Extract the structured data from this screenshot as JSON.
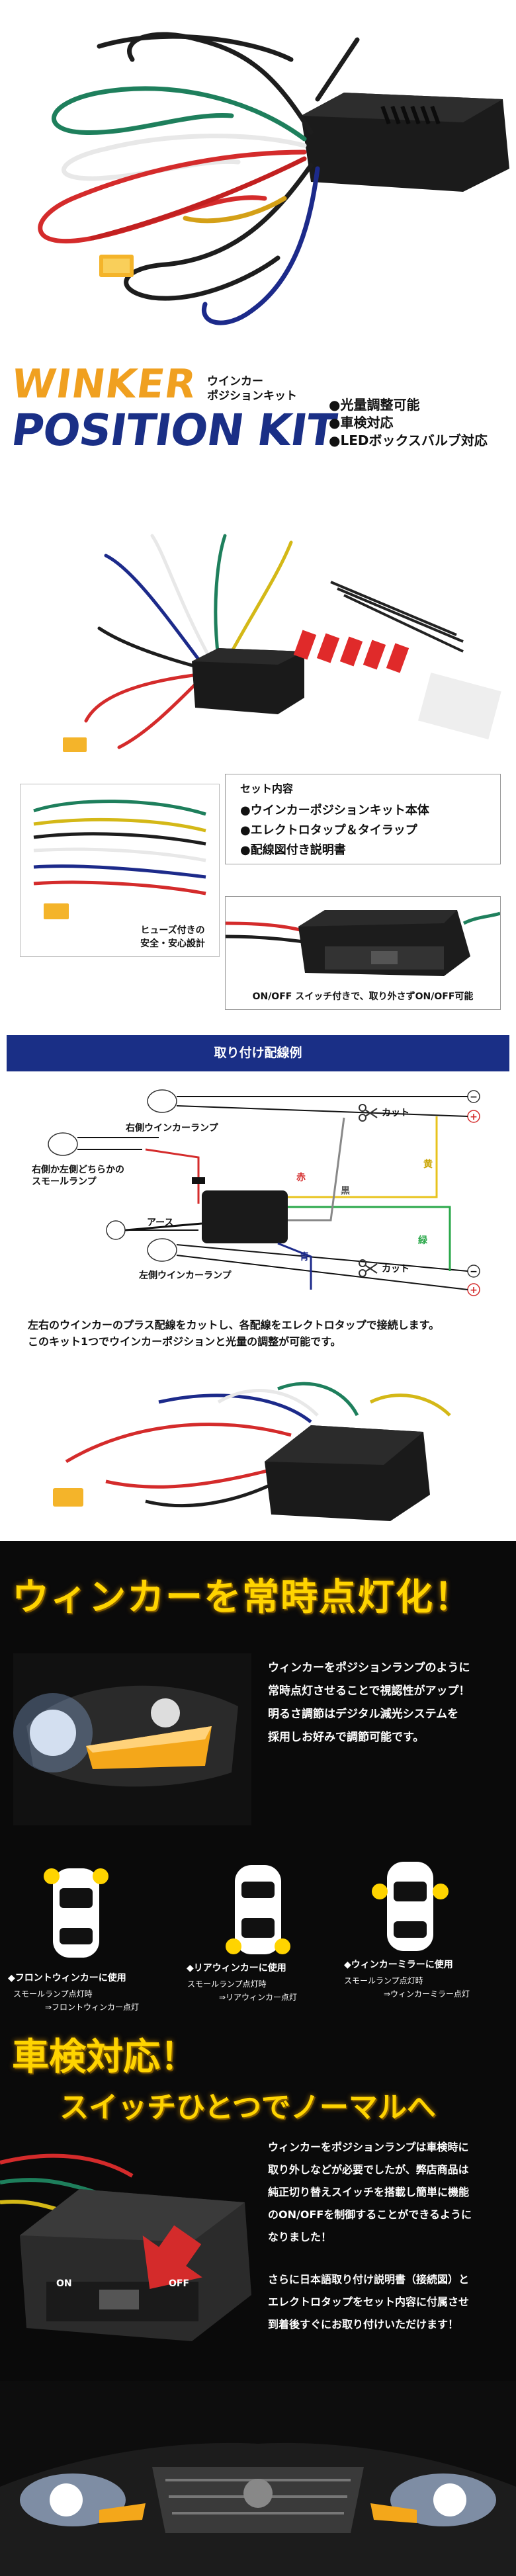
{
  "title": {
    "winker": "WINKER",
    "sub_line1": "ウインカー",
    "sub_line2": "ポジションキット",
    "position_kit": "POSITION KIT",
    "features": [
      "●光量調整可能",
      "●車検対応",
      "●LEDボックスバルブ対応"
    ]
  },
  "contents": {
    "heading": "セット内容",
    "items": [
      "●ウインカーポジションキット本体",
      "●エレクトロタップ＆タイラップ",
      "●配線図付き説明書"
    ],
    "fuse_caption_1": "ヒューズ付きの",
    "fuse_caption_2": "安全・安心設計",
    "switch_caption": "ON/OFF スイッチ付きで、取り外さずON/OFF可能"
  },
  "wiring": {
    "header": "取り付け配線例",
    "right_winker": "右側ウインカーランプ",
    "small_lamp_1": "右側か左側どちらかの",
    "small_lamp_2": "スモールランプ",
    "earth": "アース",
    "left_winker": "左側ウインカーランプ",
    "red": "赤",
    "black": "黒",
    "yellow": "黄",
    "green": "緑",
    "blue": "青",
    "cut": "カット",
    "note_1": "左右のウインカーのプラス配線をカットし、各配線をエレクトロタップで接続します。",
    "note_2": "このキット1つでウインカーポジションと光量の調整が可能です。"
  },
  "feature_section": {
    "headline": "ウィンカーを常時点灯化！",
    "desc": [
      "ウィンカーをポジションランプのように",
      "常時点灯させることで視認性がアップ！",
      "明るさ調節はデジタル減光システムを",
      "採用しお好みで調節可能です。"
    ],
    "cars": [
      {
        "title": "◆フロントウィンカーに使用",
        "l1": "スモールランプ点灯時",
        "l2": "⇒フロントウィンカー点灯"
      },
      {
        "title": "◆リアウィンカーに使用",
        "l1": "スモールランプ点灯時",
        "l2": "⇒リアウィンカー点灯"
      },
      {
        "title": "◆ウィンカーミラーに使用",
        "l1": "スモールランプ点灯時",
        "l2": "⇒ウィンカーミラー点灯"
      }
    ]
  },
  "inspection_section": {
    "headline": "車検対応！",
    "subhead": "スイッチひとつでノーマルへ",
    "desc": [
      "ウィンカーをポジションランプは車検時に",
      "取り外しなどが必要でしたが、弊店商品は",
      "純正切り替えスイッチを搭載し簡単に機能",
      "のON/OFFを制御することができるように",
      "なりました！"
    ],
    "desc2": [
      "さらに日本語取り付け説明書（接続図）と",
      "エレクトロタップをセット内容に付属させ",
      "到着後すぐにお取り付けいただけます！"
    ],
    "switch_on": "ON",
    "switch_off": "OFF"
  },
  "colors": {
    "orange": "#f0a020",
    "navy": "#1a2f86",
    "yellow": "#ffd400"
  }
}
